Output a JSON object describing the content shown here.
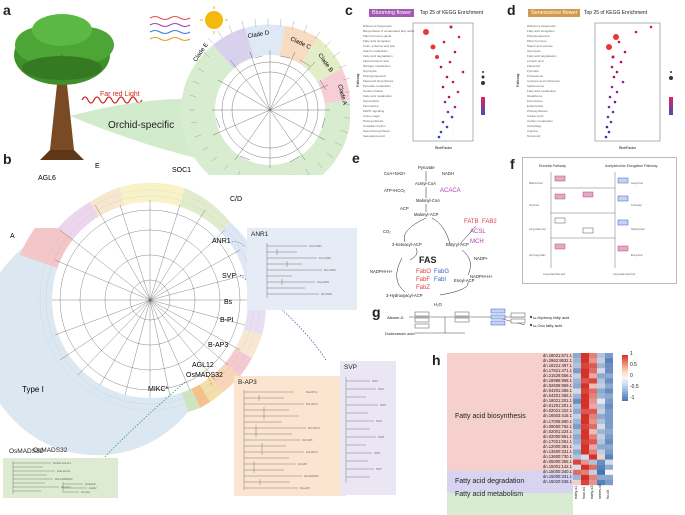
{
  "panels": {
    "a": "a",
    "b": "b",
    "c": "c",
    "d": "d",
    "e": "e",
    "f": "f",
    "g": "g",
    "h": "h"
  },
  "panel_a": {
    "light_label": "Far red Light",
    "orchid_label": "Orchid-specific",
    "clades": [
      "Clade E",
      "Clade D",
      "Clade C",
      "Clade B",
      "Clade A"
    ]
  },
  "panel_b": {
    "groups": [
      "AGL6",
      "E",
      "SOC1",
      "C/D",
      "A",
      "ANR1",
      "SVP",
      "Bs",
      "B-PI",
      "B-AP3",
      "AGL12",
      "OsMADS32",
      "MIKC*",
      "Type I"
    ],
    "insets": {
      "anr1": "ANR1",
      "bap3": "B-AP3",
      "svp": "SVP",
      "osmads32": "OsMADS32"
    }
  },
  "panel_c": {
    "badge": "Blooming flower",
    "title": "Top 25 of KEGG Enrichment",
    "xlabel": "RichFactor",
    "ylabel": "Pathway"
  },
  "panel_d": {
    "badge": "Senescence flower",
    "title": "Top 25 of KEGG Enrichment",
    "xlabel": "RichFactor",
    "ylabel": "Pathway"
  },
  "panel_e": {
    "nodes": {
      "pyruvate": "Pyruvate",
      "acetyl": "Acetyl-CoA",
      "acaca": "ACACA",
      "malonyl": "Malonyl-CoA",
      "malonyl_acp": "Malonyl-ACP",
      "fas": "FAS",
      "fabo": "FabO",
      "fabg": "FabG",
      "fabf": "FabF",
      "fabi": "FabI",
      "fabz": "FabZ",
      "fatb": "FATB",
      "fab2": "FAB2",
      "acsl": "ACSL",
      "mch": "MCH",
      "butyryl": "Butyryl-ACP",
      "enoyl": "Enoyl-ACP",
      "hydroxy": "3-Hydroxyacyl-ACP",
      "ketoacyl": "3-Ketoacyl-ACP",
      "co2": "CO₂",
      "h2o": "H₂O",
      "nadh": "NADH",
      "nadp": "NADP+",
      "coa_nadh": "CoA+NAD+",
      "atp": "ATP+HCO₃",
      "acp": "ACP",
      "nadph1": "NADPH+H+",
      "nadph2": "NADPH+H+"
    }
  },
  "panel_f": {
    "left": "Elovetta Pathway",
    "right": "Acetylcholine Elongation Pathway"
  },
  "panel_g": {
    "alkane": "Alkane-D",
    "dodecanoate": "Dodecanoic acid",
    "omega1": "ω-Hydroxy fatty acid",
    "omega2": "ω-Oxo fatty acid"
  },
  "panel_h": {
    "groups": [
      {
        "label": "Fatty acid biosynthesis",
        "color": "#f6d0cc",
        "rows": 20
      },
      {
        "label": "Fatty acid degradation",
        "color": "#d8d3f0",
        "rows": 3
      },
      {
        "label": "Fatty acid metabolism",
        "color": "#d8ecd3",
        "rows": 3
      }
    ],
    "row_labels": [
      "dn.18021:571.1",
      "dn.2962:9532.1",
      "dn.18221:487.1",
      "dn.17821:471.1",
      "dn.21528:556.1",
      "dn.18996:958.1",
      "dn.02606:969.1",
      "dn.04201:355.1",
      "dn.04201:356.1",
      "dn.18021:201.1",
      "dn.01201:201.1",
      "dn.02021:322.1",
      "dn.16503:416.1",
      "dn.17006:860.1",
      "dn.09000:762.1",
      "dn.02001:224.1",
      "dn.02000:961.1",
      "dn.17021:061.1",
      "dn.12000:381.1",
      "dn.13600:331.1",
      "dn.13600:730.1",
      "dn.05000:365.1",
      "dn.15001:142.1",
      "dn.15000:340.1",
      "dn.15000:331.1",
      "dn.15020:345.1"
    ],
    "columns": [
      "early-s1",
      "flow-s4",
      "early-s3",
      "senes-s5",
      "flo-s5"
    ],
    "legend_ticks": [
      "1",
      "0.5",
      "0",
      "-0.5",
      "-1"
    ],
    "matrix": [
      [
        -0.6,
        1.1,
        0.6,
        -0.4,
        -0.7
      ],
      [
        -0.5,
        1.2,
        0.5,
        -0.3,
        -0.9
      ],
      [
        -0.4,
        0.9,
        0.8,
        -0.5,
        -0.8
      ],
      [
        -0.7,
        1.0,
        0.7,
        -0.2,
        -0.8
      ],
      [
        -0.3,
        1.1,
        0.4,
        -0.6,
        -0.6
      ],
      [
        -0.5,
        0.8,
        0.9,
        -0.4,
        -0.8
      ],
      [
        -0.6,
        1.2,
        0.3,
        -0.3,
        -0.6
      ],
      [
        -0.2,
        0.9,
        0.7,
        -0.6,
        -0.8
      ],
      [
        -0.5,
        1.0,
        0.6,
        -0.5,
        -0.6
      ],
      [
        -0.8,
        1.1,
        0.5,
        -0.1,
        -0.7
      ],
      [
        -0.4,
        1.2,
        0.4,
        -0.4,
        -0.8
      ],
      [
        -0.6,
        0.8,
        0.8,
        -0.3,
        -0.7
      ],
      [
        -0.3,
        1.0,
        0.6,
        -0.6,
        -0.7
      ],
      [
        -0.5,
        1.1,
        0.5,
        -0.4,
        -0.7
      ],
      [
        -0.7,
        0.9,
        0.7,
        -0.2,
        -0.7
      ],
      [
        -0.4,
        1.2,
        0.3,
        -0.5,
        -0.6
      ],
      [
        -0.6,
        1.0,
        0.6,
        -0.3,
        -0.7
      ],
      [
        -0.5,
        0.9,
        0.8,
        -0.4,
        -0.8
      ],
      [
        -0.3,
        1.1,
        0.4,
        -0.6,
        -0.6
      ],
      [
        -0.6,
        1.0,
        0.6,
        -0.3,
        -0.7
      ],
      [
        -0.4,
        -0.2,
        1.3,
        0.2,
        -0.9
      ],
      [
        0.9,
        0.5,
        -0.4,
        -0.8,
        -0.2
      ],
      [
        -0.2,
        1.0,
        0.7,
        -0.9,
        -0.6
      ],
      [
        0.7,
        0.6,
        -0.3,
        -1.0,
        0.0
      ],
      [
        -0.5,
        1.1,
        0.6,
        -0.6,
        -0.6
      ],
      [
        0.2,
        0.9,
        0.5,
        -0.9,
        -0.7
      ]
    ]
  }
}
